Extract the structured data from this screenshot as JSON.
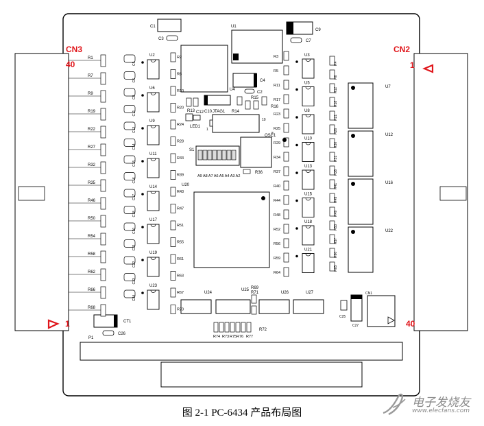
{
  "connectors": {
    "left_name": "CN3",
    "right_name": "CN2",
    "left_top_pin": "40",
    "left_bottom_pin": "1",
    "right_top_pin": "1",
    "right_bottom_pin": "40",
    "accent_color": "#e0161b"
  },
  "chips": {
    "top_caps": [
      "C1",
      "C3",
      "C9",
      "C7",
      "C4",
      "C2",
      "C26",
      "CT1",
      "C25",
      "C27",
      "C10",
      "C12",
      "CN1"
    ],
    "main": [
      "U1",
      "U4",
      "U20",
      "OSC1",
      "JTAG1",
      "LED1",
      "S1"
    ],
    "dip_left": [
      "U2",
      "U6",
      "U9",
      "U11",
      "U14",
      "U17",
      "U19",
      "U23"
    ],
    "dip_mid": [
      "U3",
      "U5",
      "U8",
      "U10",
      "U13",
      "U15",
      "U18",
      "U21"
    ],
    "relays": [
      "U7",
      "U12",
      "U16",
      "U22"
    ],
    "bottom": [
      "U24",
      "U25",
      "U26",
      "U27",
      "P1"
    ]
  },
  "resistors": {
    "left_col": [
      "R1",
      "R7",
      "R9",
      "R19",
      "R22",
      "R27",
      "R32",
      "R35",
      "R46",
      "R50",
      "R54",
      "R58",
      "R62",
      "R66",
      "R68"
    ],
    "left_caps": [
      "C5",
      "C6",
      "C8",
      "C11",
      "C13",
      "C14",
      "C15",
      "C16",
      "C17",
      "C18",
      "C20",
      "C21",
      "C22",
      "C23",
      "C24"
    ],
    "mid_left": [
      "R2",
      "R8",
      "R10",
      "R20",
      "R24",
      "R28",
      "R33",
      "R39",
      "R43",
      "R47",
      "R51",
      "R55",
      "R61",
      "R63",
      "R67",
      "R70"
    ],
    "mid_right": [
      "R3",
      "R5",
      "R11",
      "R17",
      "R23",
      "R25",
      "R29",
      "R34",
      "R37",
      "R40",
      "R44",
      "R48",
      "R52",
      "R56",
      "R59",
      "R64"
    ],
    "right_col": [
      "R4",
      "R6",
      "R12",
      "R18",
      "R21",
      "R26",
      "R30",
      "R31",
      "R38",
      "R41",
      "R45",
      "R49",
      "R53",
      "R57",
      "R60",
      "R65"
    ],
    "misc": [
      "R13",
      "R14",
      "R15",
      "R16",
      "R36",
      "R69",
      "R71",
      "R72",
      "R73",
      "R74",
      "R75",
      "R76",
      "R77"
    ]
  },
  "labels": {
    "address_bits": "A9 A8 A7 A6 A5 A4 A3 A2",
    "osc_pin1": "1",
    "osc_pin10": "10",
    "osc_pin8": "8"
  },
  "caption": "图 2-1    PC-6434 产品布局图",
  "watermark": {
    "text": "电子发烧友",
    "url": "www.elecfans.com"
  }
}
